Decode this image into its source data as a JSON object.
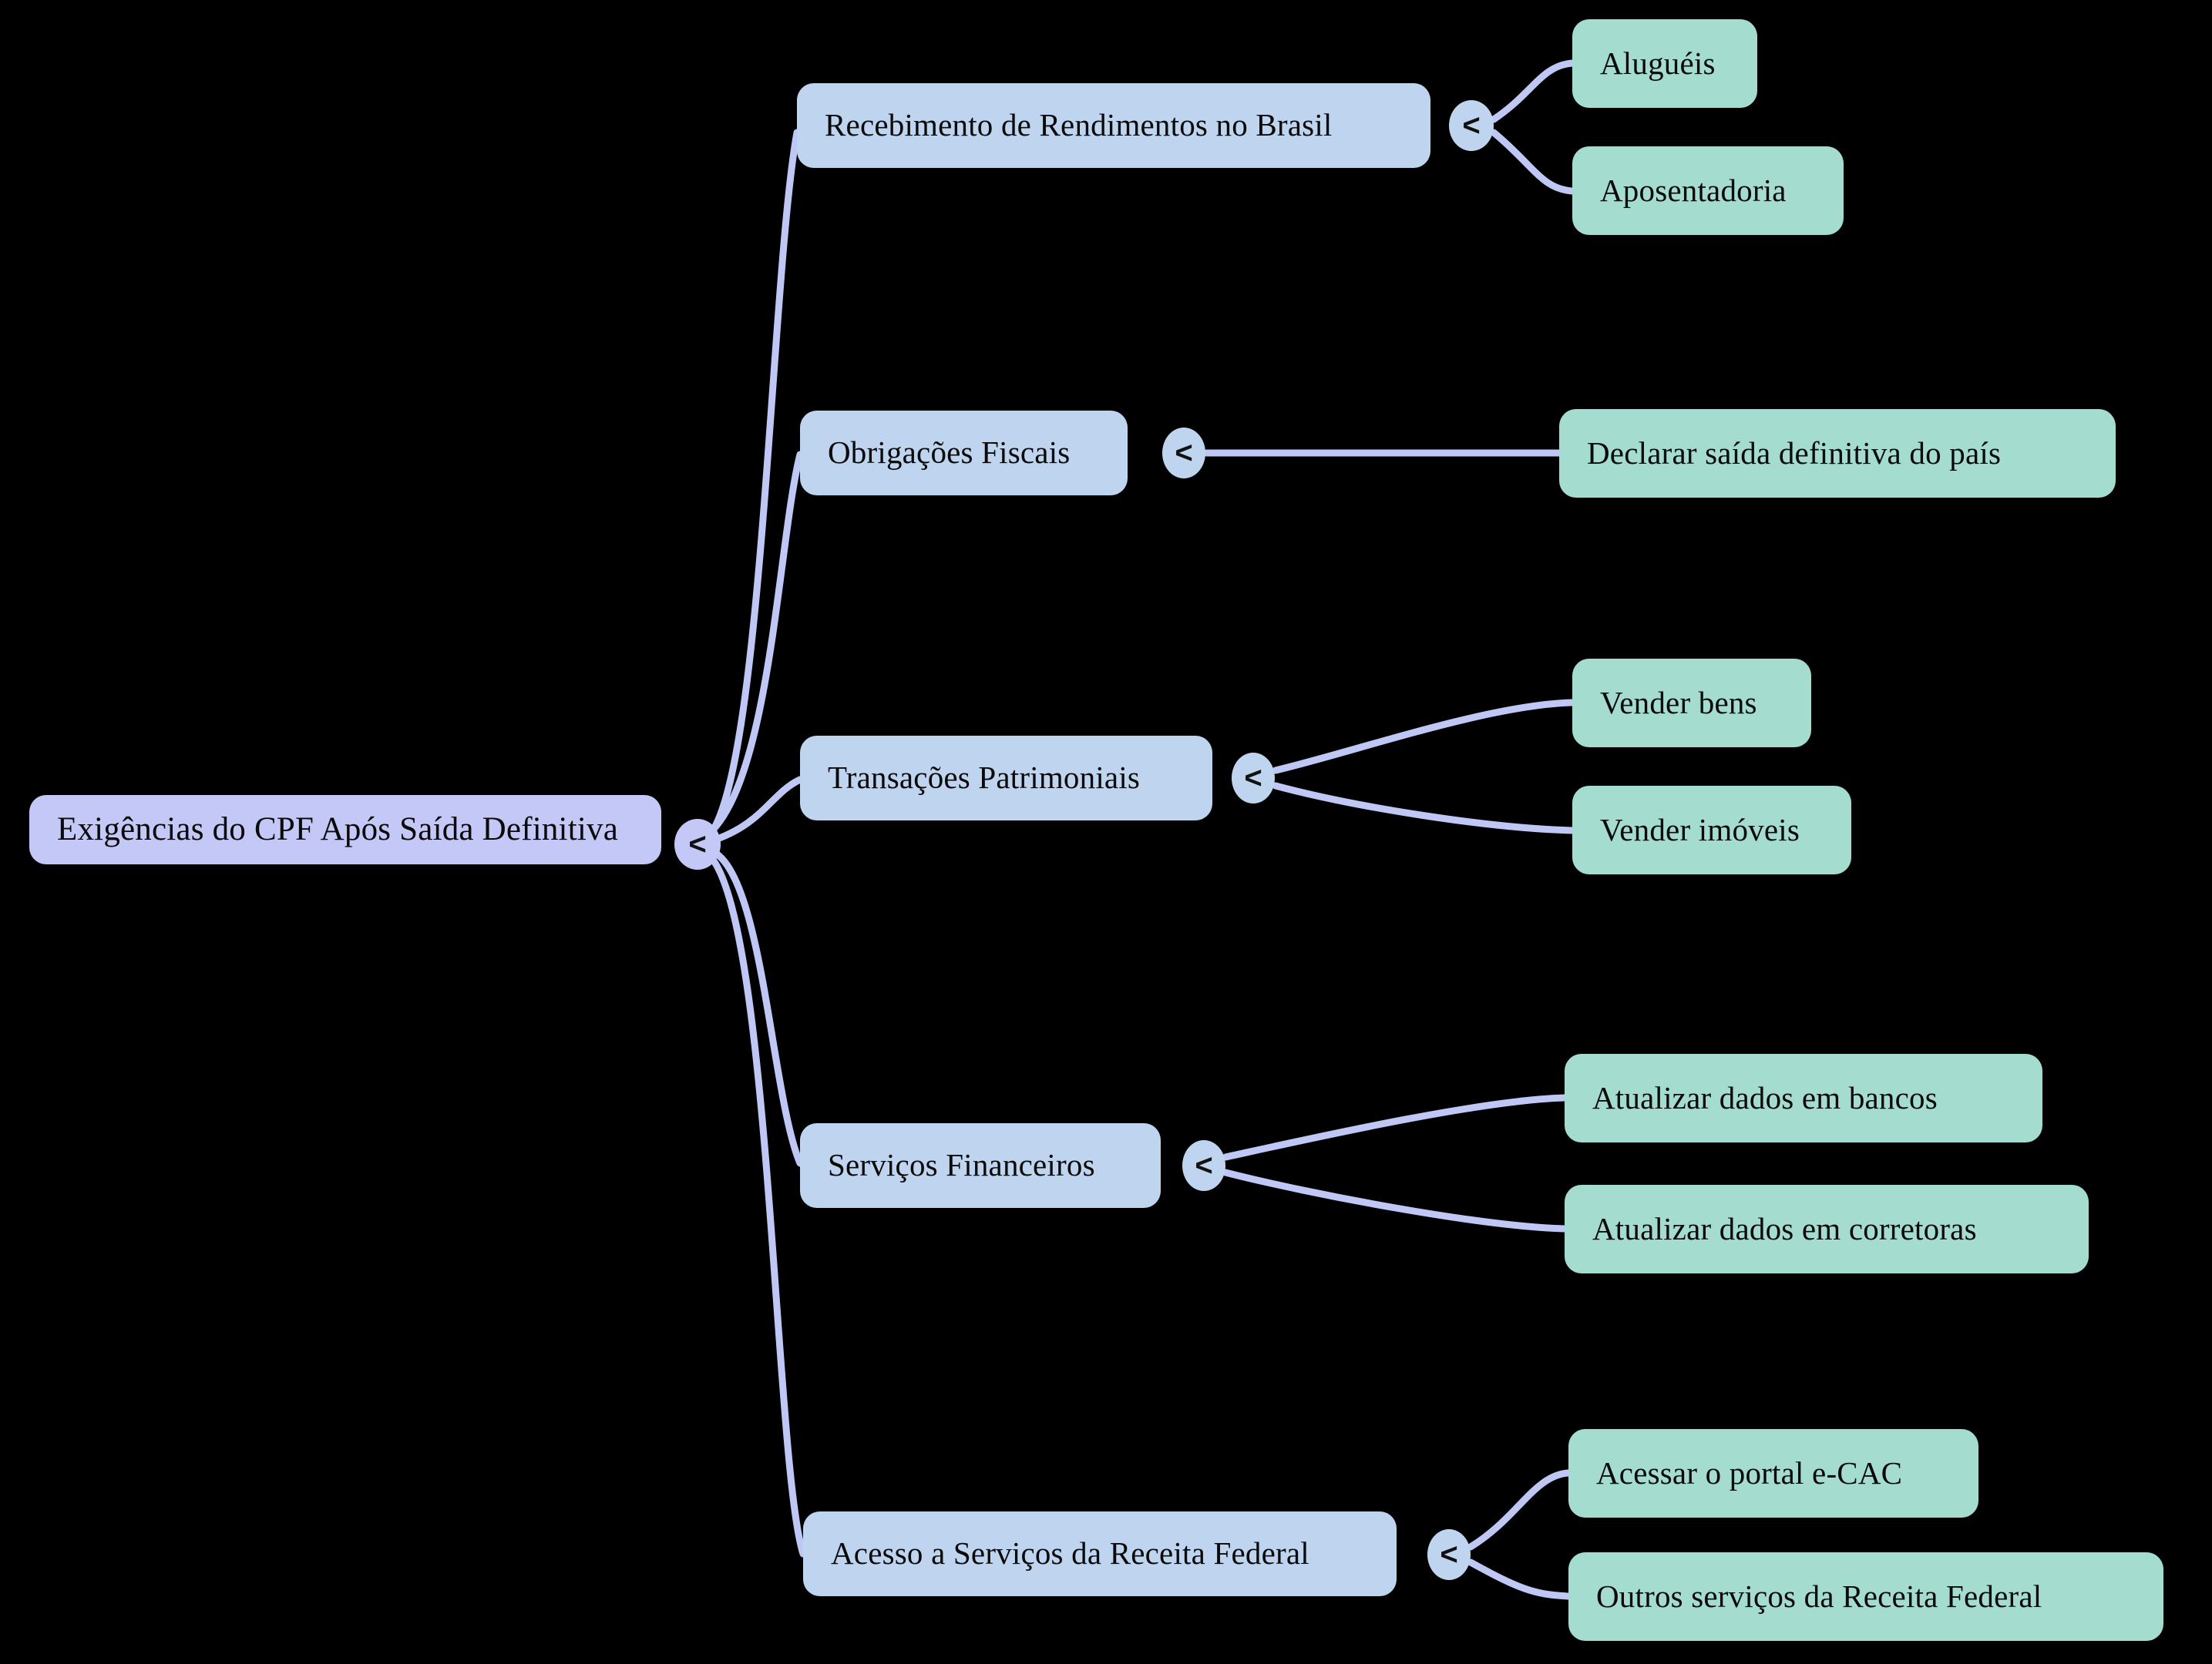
{
  "diagram": {
    "type": "mindmap",
    "title": "Exigências do CPF Após Saída Definitiva",
    "background_color": "#000000",
    "colors": {
      "root_fill": "#c4c8f6",
      "branch_fill": "#bfd5ef",
      "leaf_fill": "#a4dccf",
      "edge_stroke": "#bfc8f5",
      "text": "#0a0a0a"
    },
    "connector_glyph": "<",
    "root": {
      "label": "Exigências do CPF Após Saída Definitiva"
    },
    "branches": [
      {
        "label": "Recebimento de Rendimentos no Brasil",
        "children": [
          {
            "label": "Aluguéis"
          },
          {
            "label": "Aposentadoria"
          }
        ]
      },
      {
        "label": "Obrigações Fiscais",
        "children": [
          {
            "label": "Declarar saída definitiva do país"
          }
        ]
      },
      {
        "label": "Transações Patrimoniais",
        "children": [
          {
            "label": "Vender bens"
          },
          {
            "label": "Vender imóveis"
          }
        ]
      },
      {
        "label": "Serviços Financeiros",
        "children": [
          {
            "label": "Atualizar dados em bancos"
          },
          {
            "label": "Atualizar dados em corretoras"
          }
        ]
      },
      {
        "label": "Acesso a Serviços da Receita Federal",
        "children": [
          {
            "label": "Acessar o portal e-CAC"
          },
          {
            "label": "Outros serviços da Receita Federal"
          }
        ]
      }
    ]
  }
}
